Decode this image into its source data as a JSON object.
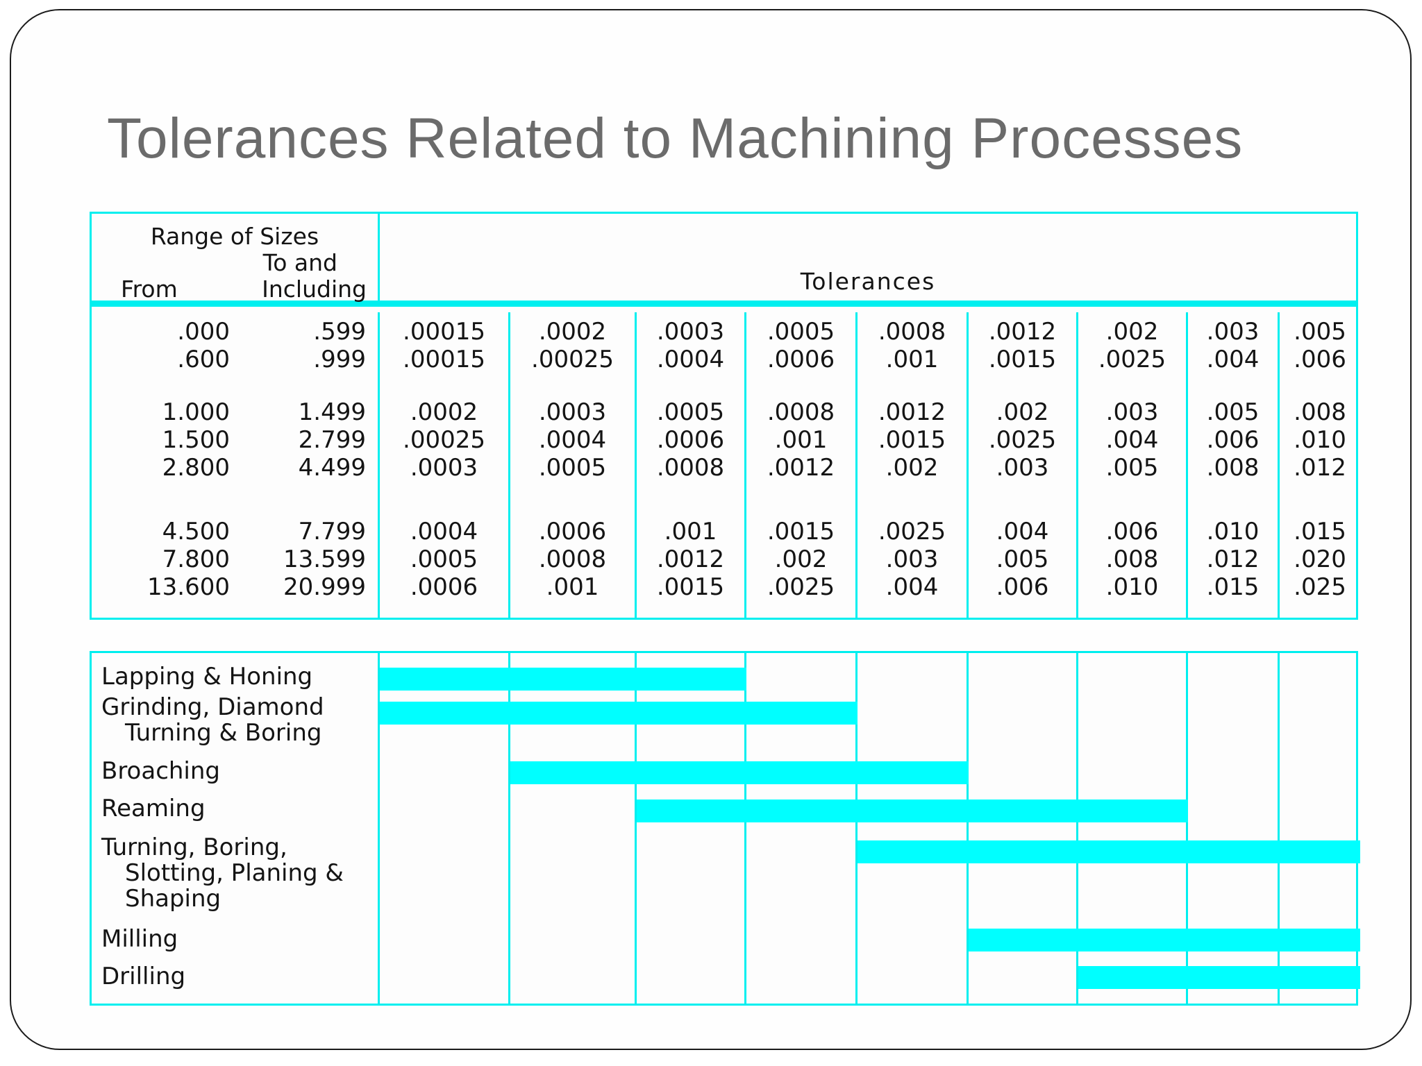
{
  "slide": {
    "title": "Tolerances Related to Machining Processes"
  },
  "colors": {
    "accent_cyan": "#00ffff",
    "grid_cyan": "#00efef",
    "title_gray": "#6b6b6b",
    "text_black": "#141414"
  },
  "chart_data": [
    {
      "type": "table",
      "title": "Tolerances",
      "row_header": {
        "line1": "Range of Sizes",
        "line2": "To and",
        "from_label": "From",
        "to_label": "Including"
      },
      "tolerance_column_count": 9,
      "rows": [
        {
          "from": ".000",
          "to": ".599",
          "group": 0,
          "tolerances": [
            ".00015",
            ".0002",
            ".0003",
            ".0005",
            ".0008",
            ".0012",
            ".002",
            ".003",
            ".005"
          ]
        },
        {
          "from": ".600",
          "to": ".999",
          "group": 0,
          "tolerances": [
            ".00015",
            ".00025",
            ".0004",
            ".0006",
            ".001",
            ".0015",
            ".0025",
            ".004",
            ".006"
          ]
        },
        {
          "from": "1.000",
          "to": "1.499",
          "group": 1,
          "tolerances": [
            ".0002",
            ".0003",
            ".0005",
            ".0008",
            ".0012",
            ".002",
            ".003",
            ".005",
            ".008"
          ]
        },
        {
          "from": "1.500",
          "to": "2.799",
          "group": 1,
          "tolerances": [
            ".00025",
            ".0004",
            ".0006",
            ".001",
            ".0015",
            ".0025",
            ".004",
            ".006",
            ".010"
          ]
        },
        {
          "from": "2.800",
          "to": "4.499",
          "group": 1,
          "tolerances": [
            ".0003",
            ".0005",
            ".0008",
            ".0012",
            ".002",
            ".003",
            ".005",
            ".008",
            ".012"
          ]
        },
        {
          "from": "4.500",
          "to": "7.799",
          "group": 2,
          "tolerances": [
            ".0004",
            ".0006",
            ".001",
            ".0015",
            ".0025",
            ".004",
            ".006",
            ".010",
            ".015"
          ]
        },
        {
          "from": "7.800",
          "to": "13.599",
          "group": 2,
          "tolerances": [
            ".0005",
            ".0008",
            ".0012",
            ".002",
            ".003",
            ".005",
            ".008",
            ".012",
            ".020"
          ]
        },
        {
          "from": "13.600",
          "to": "20.999",
          "group": 2,
          "tolerances": [
            ".0006",
            ".001",
            ".0015",
            ".0025",
            ".004",
            ".006",
            ".010",
            ".015",
            ".025"
          ]
        }
      ]
    },
    {
      "type": "bar",
      "orientation": "horizontal-range",
      "x_axis_note": "Bars span the 9 tolerance columns of the table above (1 = finest tolerance, 9 = coarsest)",
      "categories": [
        "Lapping & Honing",
        "Grinding, Diamond Turning & Boring",
        "Broaching",
        "Reaming",
        "Turning, Boring, Slotting, Planing & Shaping",
        "Milling",
        "Drilling"
      ],
      "category_lines": [
        [
          "Lapping & Honing"
        ],
        [
          "Grinding, Diamond",
          "Turning & Boring"
        ],
        [
          "Broaching"
        ],
        [
          "Reaming"
        ],
        [
          "Turning, Boring,",
          "Slotting, Planing &",
          "Shaping"
        ],
        [
          "Milling"
        ],
        [
          "Drilling"
        ]
      ],
      "col_spans": [
        [
          1,
          3
        ],
        [
          1,
          4
        ],
        [
          2,
          5
        ],
        [
          3,
          7
        ],
        [
          5,
          9
        ],
        [
          6,
          9
        ],
        [
          7,
          9
        ]
      ]
    }
  ]
}
